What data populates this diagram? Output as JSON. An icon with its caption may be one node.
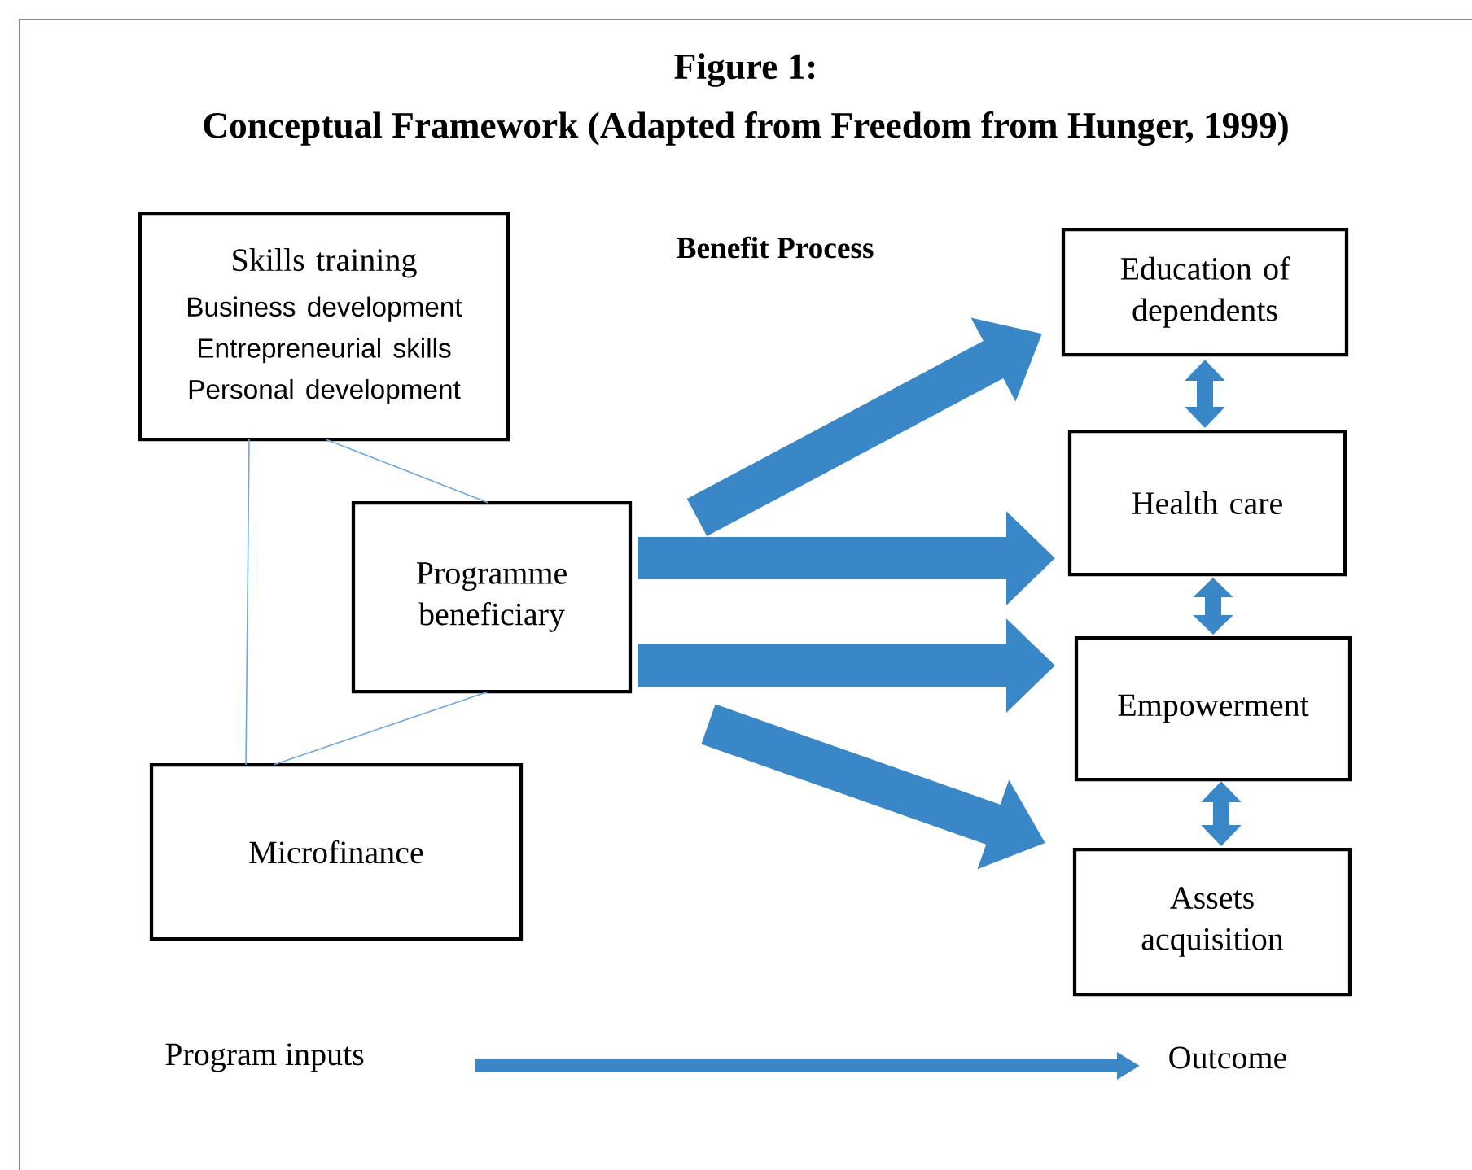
{
  "diagram": {
    "title": "Figure 1:",
    "caption": "Conceptual Framework (Adapted from Freedom from Hunger, 1999)",
    "nodes": [
      {
        "text": [
          "Skills training",
          "Business development",
          "Entrepreneurial skills",
          "Personal development"
        ]
      },
      {
        "text": [
          "Programme beneficiary"
        ]
      },
      {
        "text": [
          "Microfinance"
        ]
      },
      {
        "text": [
          "Education of dependents"
        ]
      },
      {
        "text": [
          "Health care"
        ]
      },
      {
        "text": [
          "Empowerment"
        ]
      },
      {
        "text": [
          "Assets acquisition"
        ]
      },
      {
        "text": [
          "Program inputs"
        ]
      },
      {
        "text": [
          "Outcome"
        ]
      }
    ],
    "edges": [
      {
        "from": 0,
        "to": 1,
        "arrow": "none",
        "color": "#6fa8dc"
      },
      {
        "from": 0,
        "to": 2,
        "arrow": "none",
        "color": "#6fa8dc"
      },
      {
        "from": 2,
        "to": 1,
        "arrow": "none",
        "color": "#6fa8dc"
      },
      {
        "from": 1,
        "to": 3,
        "arrow": "to",
        "style": "thick"
      },
      {
        "from": 1,
        "to": 4,
        "arrow": "to",
        "style": "thick"
      },
      {
        "from": 1,
        "to": 5,
        "arrow": "to",
        "style": "thick"
      },
      {
        "from": 1,
        "to": 6,
        "arrow": "to",
        "style": "thick"
      },
      {
        "from": 3,
        "to": 4,
        "arrow": "both"
      },
      {
        "from": 4,
        "to": 5,
        "arrow": "both"
      },
      {
        "from": 5,
        "to": 6,
        "arrow": "both"
      },
      {
        "from": 7,
        "to": 8,
        "arrow": "to"
      }
    ],
    "labels": [
      "Benefit Process"
    ]
  }
}
